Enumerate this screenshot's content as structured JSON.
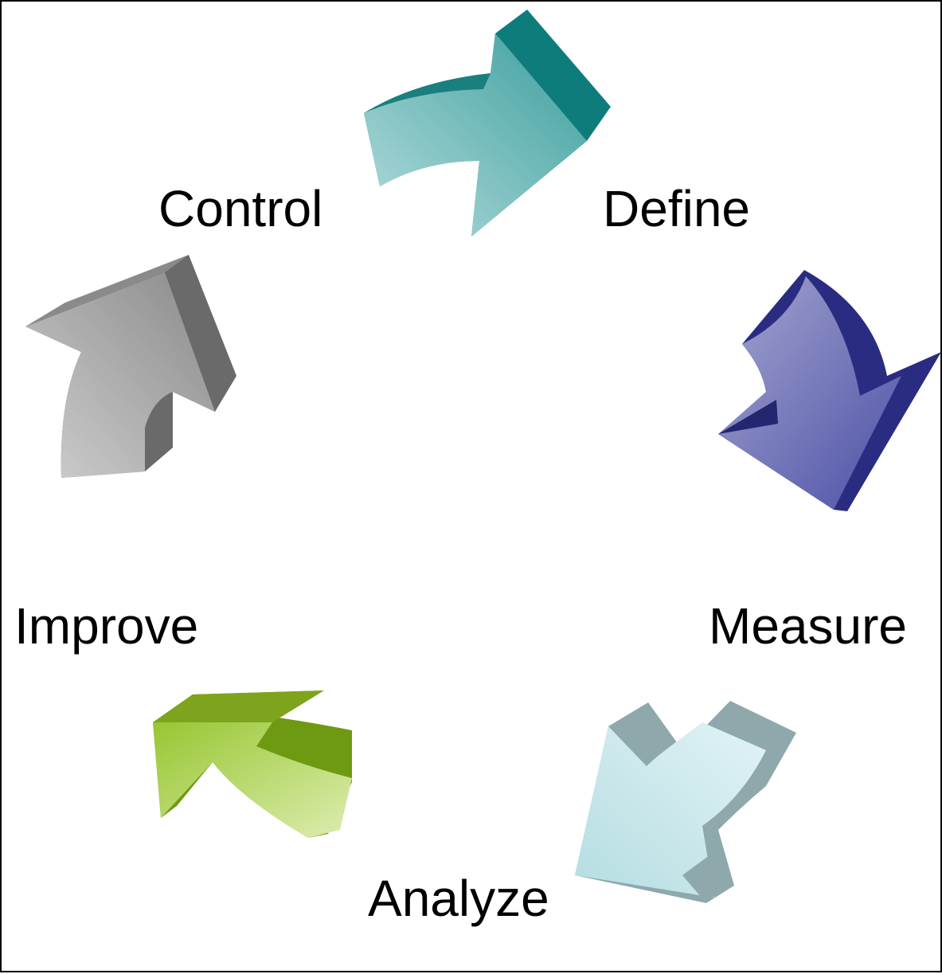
{
  "diagram": {
    "type": "cycle",
    "steps": [
      {
        "id": "define",
        "label": "Define",
        "color": "#3aa6a6"
      },
      {
        "id": "measure",
        "label": "Measure",
        "color": "#4a4ea0"
      },
      {
        "id": "analyze",
        "label": "Analyze",
        "color": "#a8d6dc"
      },
      {
        "id": "improve",
        "label": "Improve",
        "color": "#8fbe2e"
      },
      {
        "id": "control",
        "label": "Control",
        "color": "#9a9a9a"
      }
    ],
    "flow": [
      "define",
      "measure",
      "analyze",
      "improve",
      "control",
      "define"
    ]
  }
}
